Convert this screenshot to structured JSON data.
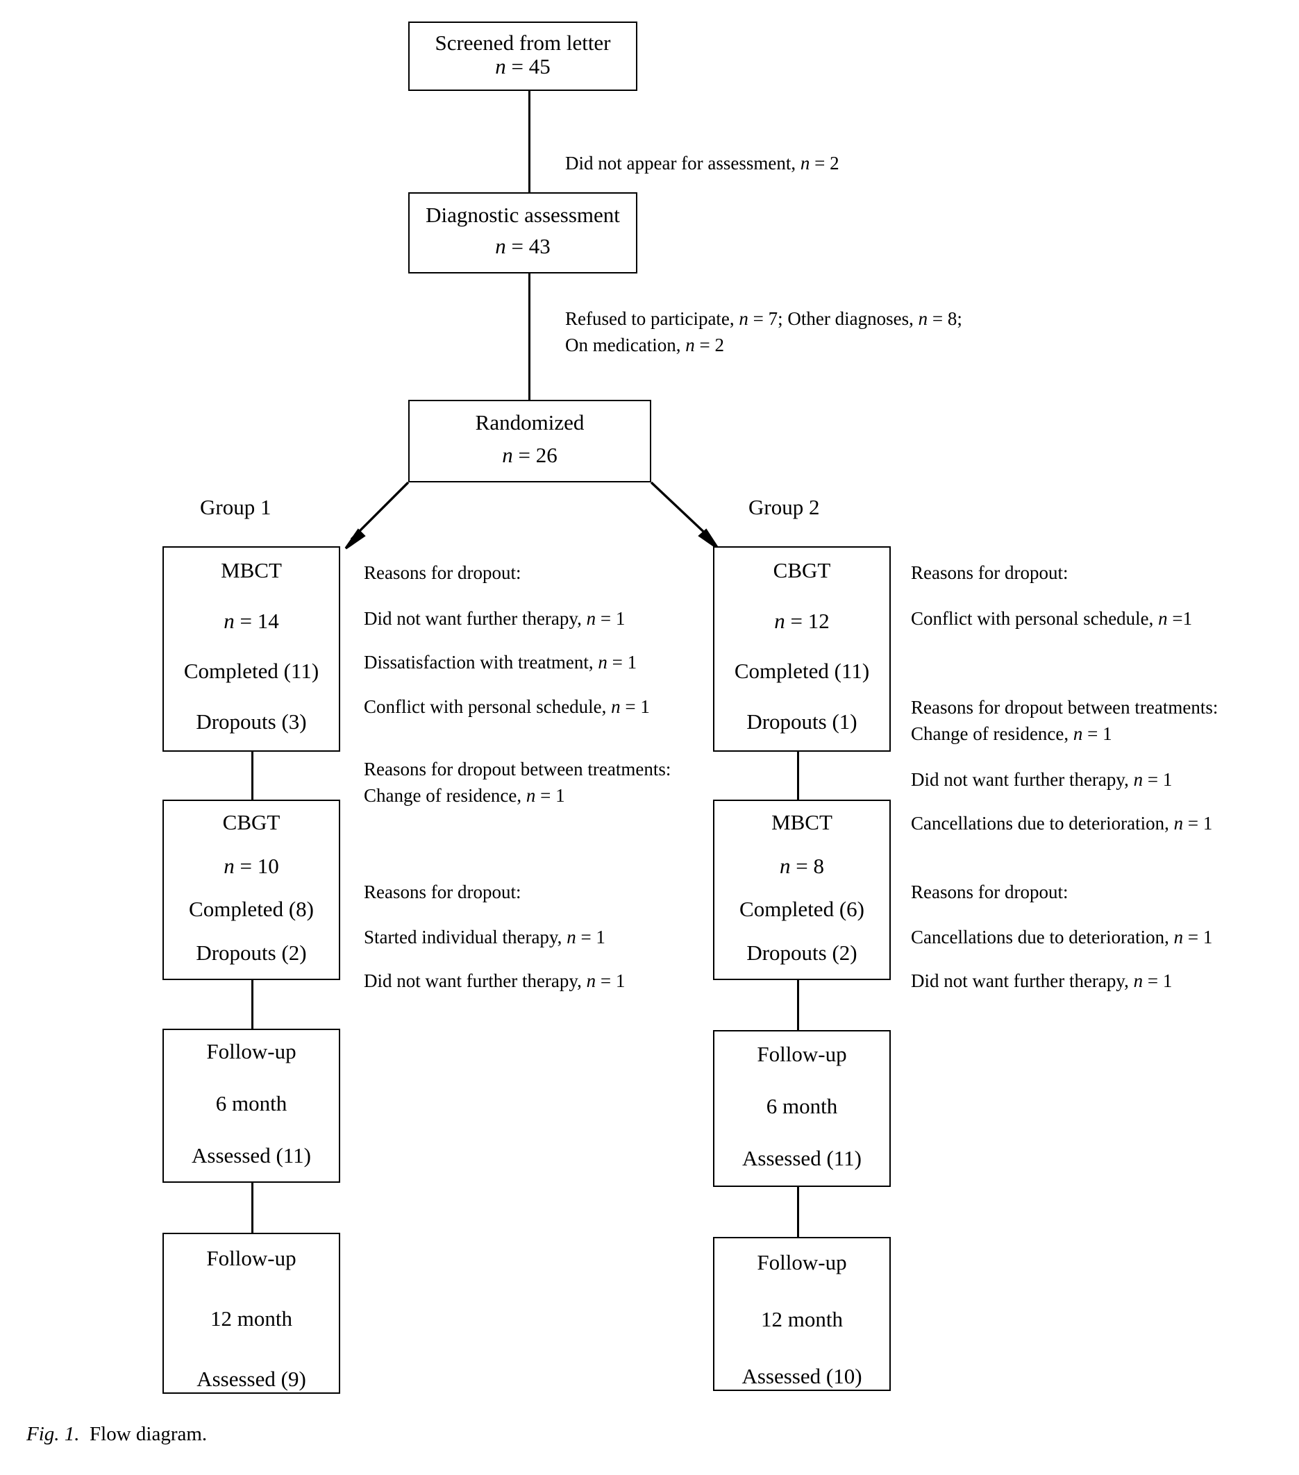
{
  "figure": {
    "caption_label": "Fig. 1.",
    "caption_text": "Flow diagram."
  },
  "group_labels": {
    "left": "Group 1",
    "right": "Group 2"
  },
  "boxes": {
    "screened": {
      "title": "Screened from letter",
      "n_var": "n",
      "n_eq": "= 45"
    },
    "diagnostic": {
      "title": "Diagnostic assessment",
      "n_var": "n",
      "n_eq": "= 43"
    },
    "randomized": {
      "title": "Randomized",
      "n_var": "n",
      "n_eq": "= 26"
    },
    "left_t1": {
      "title": "MBCT",
      "n_var": "n",
      "n_eq": "= 14",
      "completed": "Completed (11)",
      "dropouts": "Dropouts (3)"
    },
    "left_t2": {
      "title": "CBGT",
      "n_var": "n",
      "n_eq": "= 10",
      "completed": "Completed (8)",
      "dropouts": "Dropouts (2)"
    },
    "left_fu6": {
      "title": "Follow-up",
      "period": "6 month",
      "assessed": "Assessed (11)"
    },
    "left_fu12": {
      "title": "Follow-up",
      "period": "12 month",
      "assessed": "Assessed (9)"
    },
    "right_t1": {
      "title": "CBGT",
      "n_var": "n",
      "n_eq": "= 12",
      "completed": "Completed (11)",
      "dropouts": "Dropouts (1)"
    },
    "right_t2": {
      "title": "MBCT",
      "n_var": "n",
      "n_eq": "= 8",
      "completed": "Completed (6)",
      "dropouts": "Dropouts (2)"
    },
    "right_fu6": {
      "title": "Follow-up",
      "period": "6 month",
      "assessed": "Assessed (11)"
    },
    "right_fu12": {
      "title": "Follow-up",
      "period": "12 month",
      "assessed": "Assessed (10)"
    }
  },
  "notes": {
    "exclusion_1": "Did not appear for assessment, n = 2",
    "exclusion_2_line1": "Refused to participate, n = 7; Other diagnoses, n = 8;",
    "exclusion_2_line2": "On medication, n = 2",
    "left_t1_heading": "Reasons for dropout:",
    "left_t1_r1": "Did not want further therapy, n = 1",
    "left_t1_r2": "Dissatisfaction with treatment, n = 1",
    "left_t1_r3": "Conflict with personal schedule, n = 1",
    "left_between_heading": "Reasons for dropout between treatments:",
    "left_between_r1": "Change of residence, n = 1",
    "left_t2_heading": "Reasons for dropout:",
    "left_t2_r1": "Started individual therapy, n = 1",
    "left_t2_r2": "Did not want further therapy, n = 1",
    "right_t1_heading": "Reasons for dropout:",
    "right_t1_r1": "Conflict with personal schedule, n =1",
    "right_between_heading": "Reasons for dropout between treatments:",
    "right_between_r1": "Change of residence, n = 1",
    "right_between_r2": "Did not want further therapy, n = 1",
    "right_between_r3": "Cancellations due to deterioration, n = 1",
    "right_t2_heading": "Reasons for dropout:",
    "right_t2_r1": "Cancellations due to deterioration, n = 1",
    "right_t2_r2": "Did not want further therapy, n = 1"
  },
  "colors": {
    "stroke": "#000000",
    "background": "#ffffff"
  }
}
